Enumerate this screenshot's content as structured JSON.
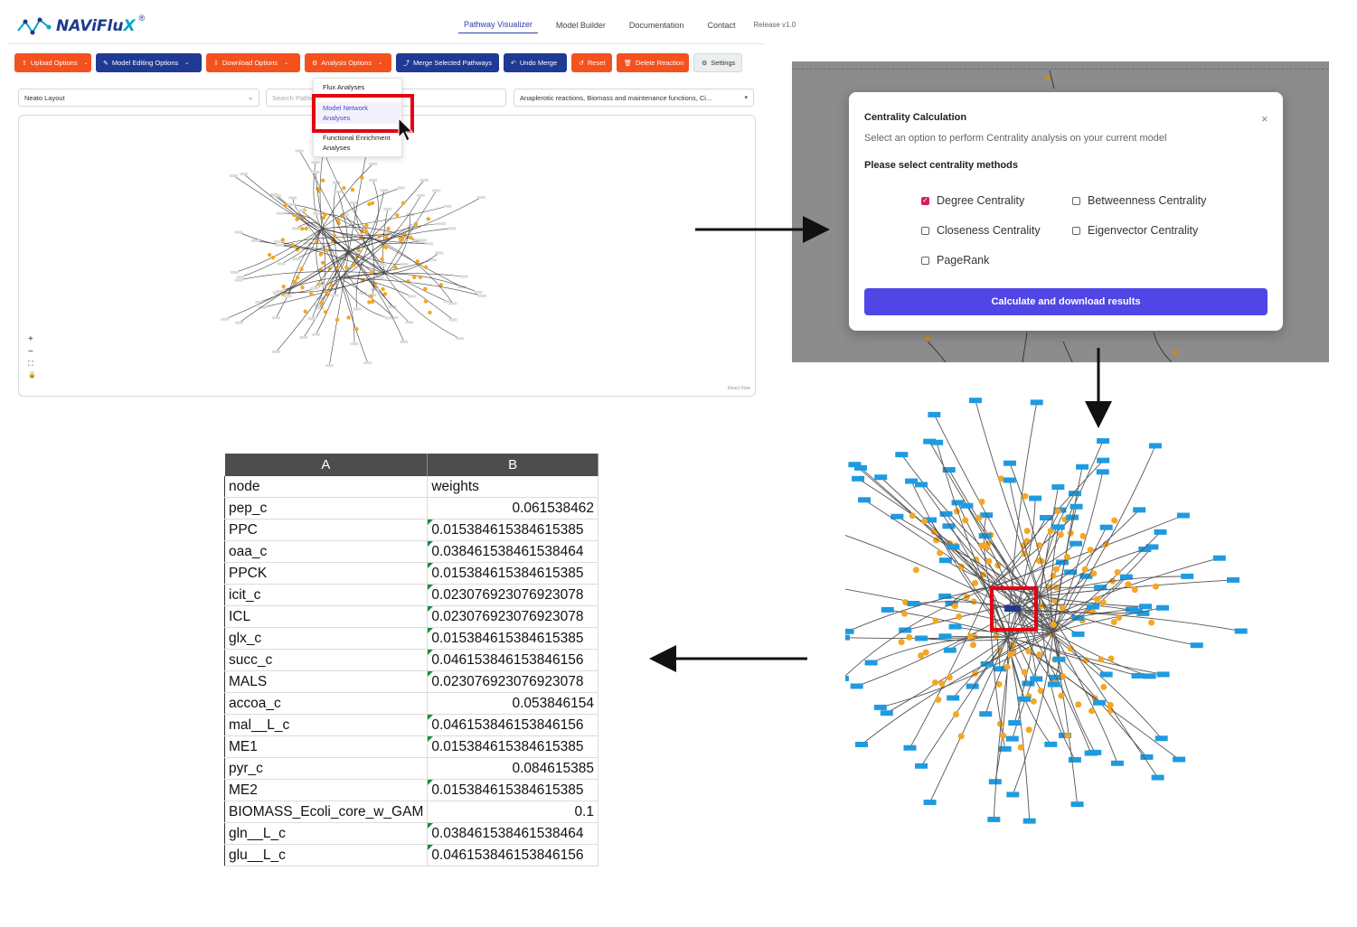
{
  "app": {
    "logo_text_a": "NAViFlu",
    "logo_text_b": "X",
    "logo_reg": "®",
    "nav": [
      {
        "label": "Pathway Visualizer",
        "active": true
      },
      {
        "label": "Model Builder",
        "active": false
      },
      {
        "label": "Documentation",
        "active": false
      },
      {
        "label": "Contact",
        "active": false
      }
    ],
    "release": "Release v1.0",
    "toolbar": {
      "upload": "Upload Options",
      "model_editing": "Model Editing Options",
      "download": "Download Options",
      "analysis": "Analysis Options",
      "merge": "Merge Selected Pathways",
      "undo_merge": "Undo Merge",
      "reset": "Reset",
      "delete_reaction": "Delete Reaction",
      "settings": "Settings"
    },
    "layout_select": "Neato Layout",
    "search_placeholder": "Search Pathw",
    "pathway_select": "Anaplerotic reactions, Biomass and maintenance functions, Ci...",
    "dropdown": {
      "flux": "Flux Analyses",
      "model_network_l1": "Model Network",
      "model_network_l2": "Analyses",
      "functional_l1": "Functional Enrichment",
      "functional_l2": "Analyses"
    },
    "zoom": {
      "plus": "+",
      "minus": "−",
      "fit": "⛶",
      "lock": "🔒"
    },
    "react_flow": "React Flow"
  },
  "modal": {
    "title": "Centrality Calculation",
    "subtitle": "Select an option to perform Centrality analysis on your current model",
    "label": "Please select centrality methods",
    "options": [
      {
        "label": "Degree Centrality",
        "checked": true
      },
      {
        "label": "Betweenness Centrality",
        "checked": false
      },
      {
        "label": "Closeness Centrality",
        "checked": false
      },
      {
        "label": "Eigenvector Centrality",
        "checked": false
      },
      {
        "label": "PageRank",
        "checked": false
      }
    ],
    "button": "Calculate and download results",
    "close": "×"
  },
  "sheet": {
    "headers": [
      "A",
      "B"
    ],
    "rows": [
      [
        "node",
        "weights"
      ],
      [
        "pep_c",
        "0.061538462"
      ],
      [
        "PPC",
        "0.015384615384615385"
      ],
      [
        "oaa_c",
        "0.038461538461538464"
      ],
      [
        "PPCK",
        "0.015384615384615385"
      ],
      [
        "icit_c",
        "0.023076923076923078"
      ],
      [
        "ICL",
        "0.023076923076923078"
      ],
      [
        "glx_c",
        "0.015384615384615385"
      ],
      [
        "succ_c",
        "0.046153846153846156"
      ],
      [
        "MALS",
        "0.023076923076923078"
      ],
      [
        "accoa_c",
        "0.053846154"
      ],
      [
        "mal__L_c",
        "0.046153846153846156"
      ],
      [
        "ME1",
        "0.015384615384615385"
      ],
      [
        "pyr_c",
        "0.084615385"
      ],
      [
        "ME2",
        "0.015384615384615385"
      ],
      [
        "BIOMASS_Ecoli_core_w_GAM",
        "0.1"
      ],
      [
        "gln__L_c",
        "0.038461538461538464"
      ],
      [
        "glu__L_c",
        "0.046153846153846156"
      ]
    ]
  },
  "colors": {
    "orange_btn": "#f4511e",
    "navy_btn": "#1f3a93",
    "modal_button": "#4f46e5",
    "node_orange": "#f5a623",
    "node_blue": "#1e9be0",
    "highlight_red": "#e60012"
  }
}
